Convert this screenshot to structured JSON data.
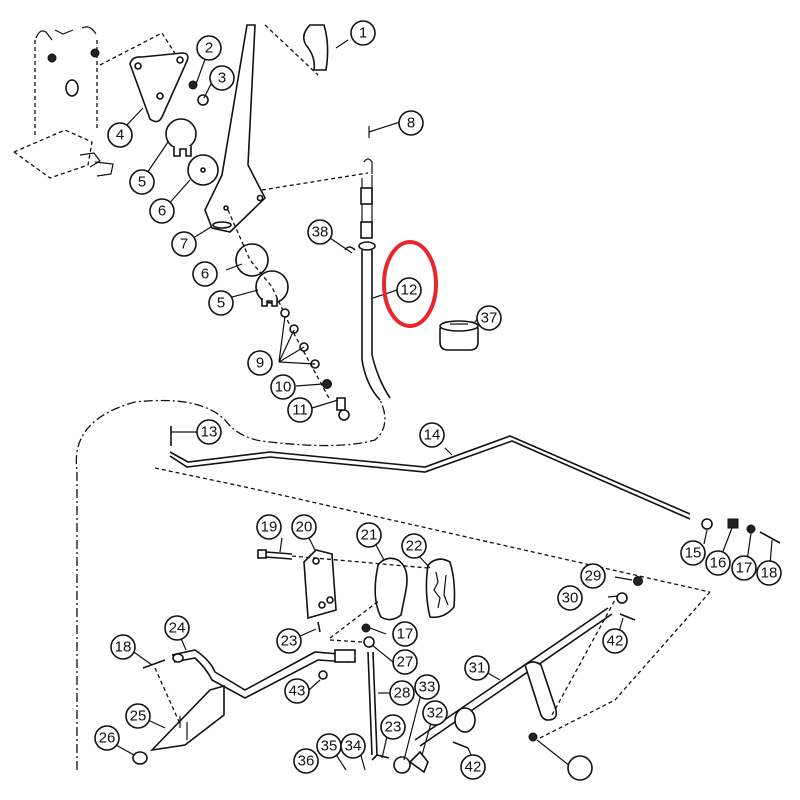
{
  "diagram": {
    "title": "Parts exploded view",
    "highlight_color": "#e8262b",
    "highlighted_callout": "12",
    "callouts": {
      "c1": "1",
      "c2": "2",
      "c3": "3",
      "c4": "4",
      "c5a": "5",
      "c6a": "6",
      "c7": "7",
      "c8": "8",
      "c38": "38",
      "c12": "12",
      "c37": "37",
      "c6b": "6",
      "c5b": "5",
      "c9": "9",
      "c10": "10",
      "c11": "11",
      "c13": "13",
      "c14": "14",
      "c15": "15",
      "c16": "16",
      "c17a": "17",
      "c18a": "18",
      "c19": "19",
      "c20": "20",
      "c21": "21",
      "c22": "22",
      "c23a": "23",
      "c17b": "17",
      "c27": "27",
      "c24": "24",
      "c18b": "18",
      "c43": "43",
      "c28": "28",
      "c33": "33",
      "c29": "29",
      "c30": "30",
      "c42a": "42",
      "c31": "31",
      "c25": "25",
      "c26": "26",
      "c23b": "23",
      "c32": "32",
      "c35": "35",
      "c34": "34",
      "c36": "36",
      "c42b": "42"
    }
  }
}
